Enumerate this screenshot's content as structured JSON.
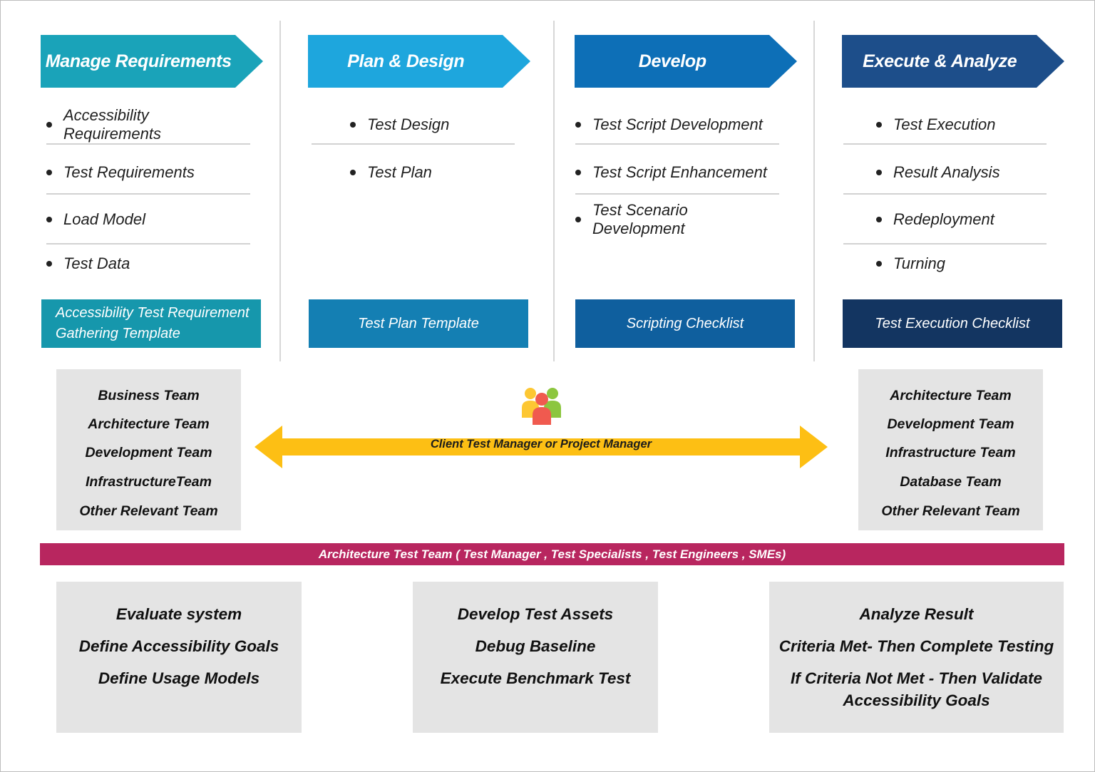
{
  "phases": [
    {
      "title": "Manage Requirements",
      "color": "#1aa3b9",
      "items": [
        "Accessibility Requirements",
        "Test Requirements",
        "Load Model",
        "Test Data"
      ],
      "template": "Accessibility Test Requirement Gathering Template",
      "template_color": "#1697ac"
    },
    {
      "title": "Plan & Design",
      "color": "#1ea6dd",
      "items": [
        "Test Design",
        "Test Plan"
      ],
      "template": "Test Plan Template",
      "template_color": "#147fb3"
    },
    {
      "title": "Develop",
      "color": "#0d6fb7",
      "items": [
        "Test Script Development",
        "Test Script Enhancement",
        "Test Scenario Development"
      ],
      "template": "Scripting Checklist",
      "template_color": "#0f5f9e"
    },
    {
      "title": "Execute & Analyze",
      "color": "#1d4e8a",
      "items": [
        "Test Execution",
        "Result Analysis",
        "Redeployment",
        "Turning"
      ],
      "template": "Test Execution Checklist",
      "template_color": "#133561"
    }
  ],
  "client_teams": [
    "Business Team",
    "Architecture Team",
    "Development Team",
    "InfrastructureTeam",
    "Other Relevant Team"
  ],
  "vendor_teams": [
    "Architecture Team",
    "Development Team",
    "Infrastructure Team",
    "Database Team",
    "Other Relevant Team"
  ],
  "manager_label": "Client Test Manager or Project Manager",
  "arrow_color": "#fdbf14",
  "people_icon": "group-of-people-icon",
  "banner": {
    "text": "Architecture Test Team ( Test Manager , Test Specialists , Test Engineers , SMEs)",
    "color": "#b8265f"
  },
  "activities": [
    [
      "Evaluate system",
      "Define Accessibility Goals",
      "Define Usage Models"
    ],
    [
      "Develop Test Assets",
      "Debug Baseline",
      "Execute Benchmark Test"
    ],
    [
      "Analyze Result",
      "Criteria Met- Then Complete Testing",
      "If Criteria Not Met - Then Validate Accessibility Goals"
    ]
  ]
}
